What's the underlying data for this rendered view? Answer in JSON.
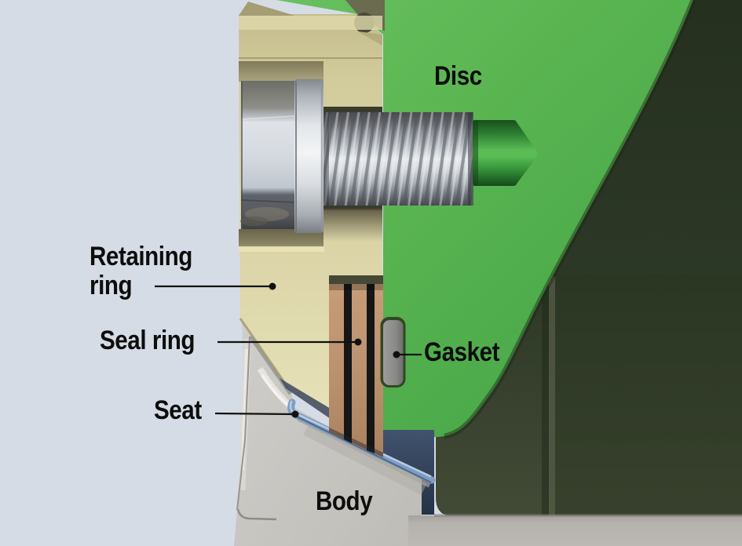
{
  "labels": {
    "disc": "Disc",
    "retaining_ring_line1": "Retaining",
    "retaining_ring_line2": "ring",
    "seal_ring": "Seal ring",
    "gasket": "Gasket",
    "seat": "Seat",
    "body": "Body"
  },
  "colors": {
    "background": "#d5dce5",
    "disc_green": "#57b44f",
    "disc_dark_green": "#2c3725",
    "retaining_ring_khaki": "#d8d2a4",
    "seal_ring_brown": "#bd9471",
    "seal_ring_black": "#161616",
    "gasket_gray": "#8a8a88",
    "seat_blue": "#7e9dc2",
    "body_gray": "#c3c1bc",
    "bolt_steel": "#d4d9df",
    "label_text": "#0d0d0d",
    "leader_line": "#111111"
  }
}
